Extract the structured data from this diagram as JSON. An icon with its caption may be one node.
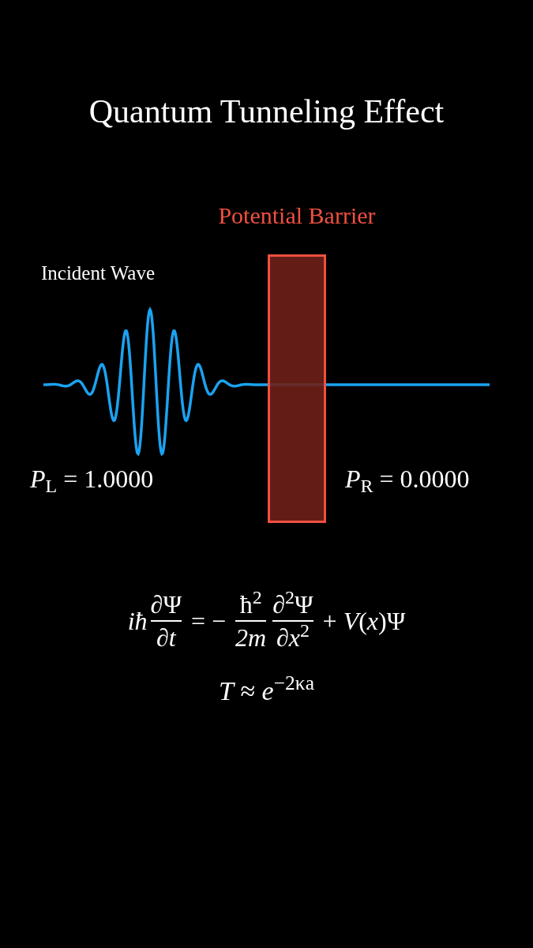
{
  "diagram": {
    "title": "Quantum Tunneling Effect",
    "nodes": [
      {
        "text": [
          "Potential Barrier"
        ]
      }
    ],
    "labels": [
      "Incident Wave",
      "*P*$_{L}$ = 1.0000",
      "*P*$_{R}$ = 0.0000",
      "iħ",
      "∂Ψ",
      "∂*t*",
      "= −",
      "ħ$^{2}$",
      "2m",
      "∂$^{2}$Ψ",
      "∂*x*$^{2}$",
      "+ *V*(*x*)Ψ",
      "*T* ≈ *e*$^{−2κa}$"
    ]
  }
}
